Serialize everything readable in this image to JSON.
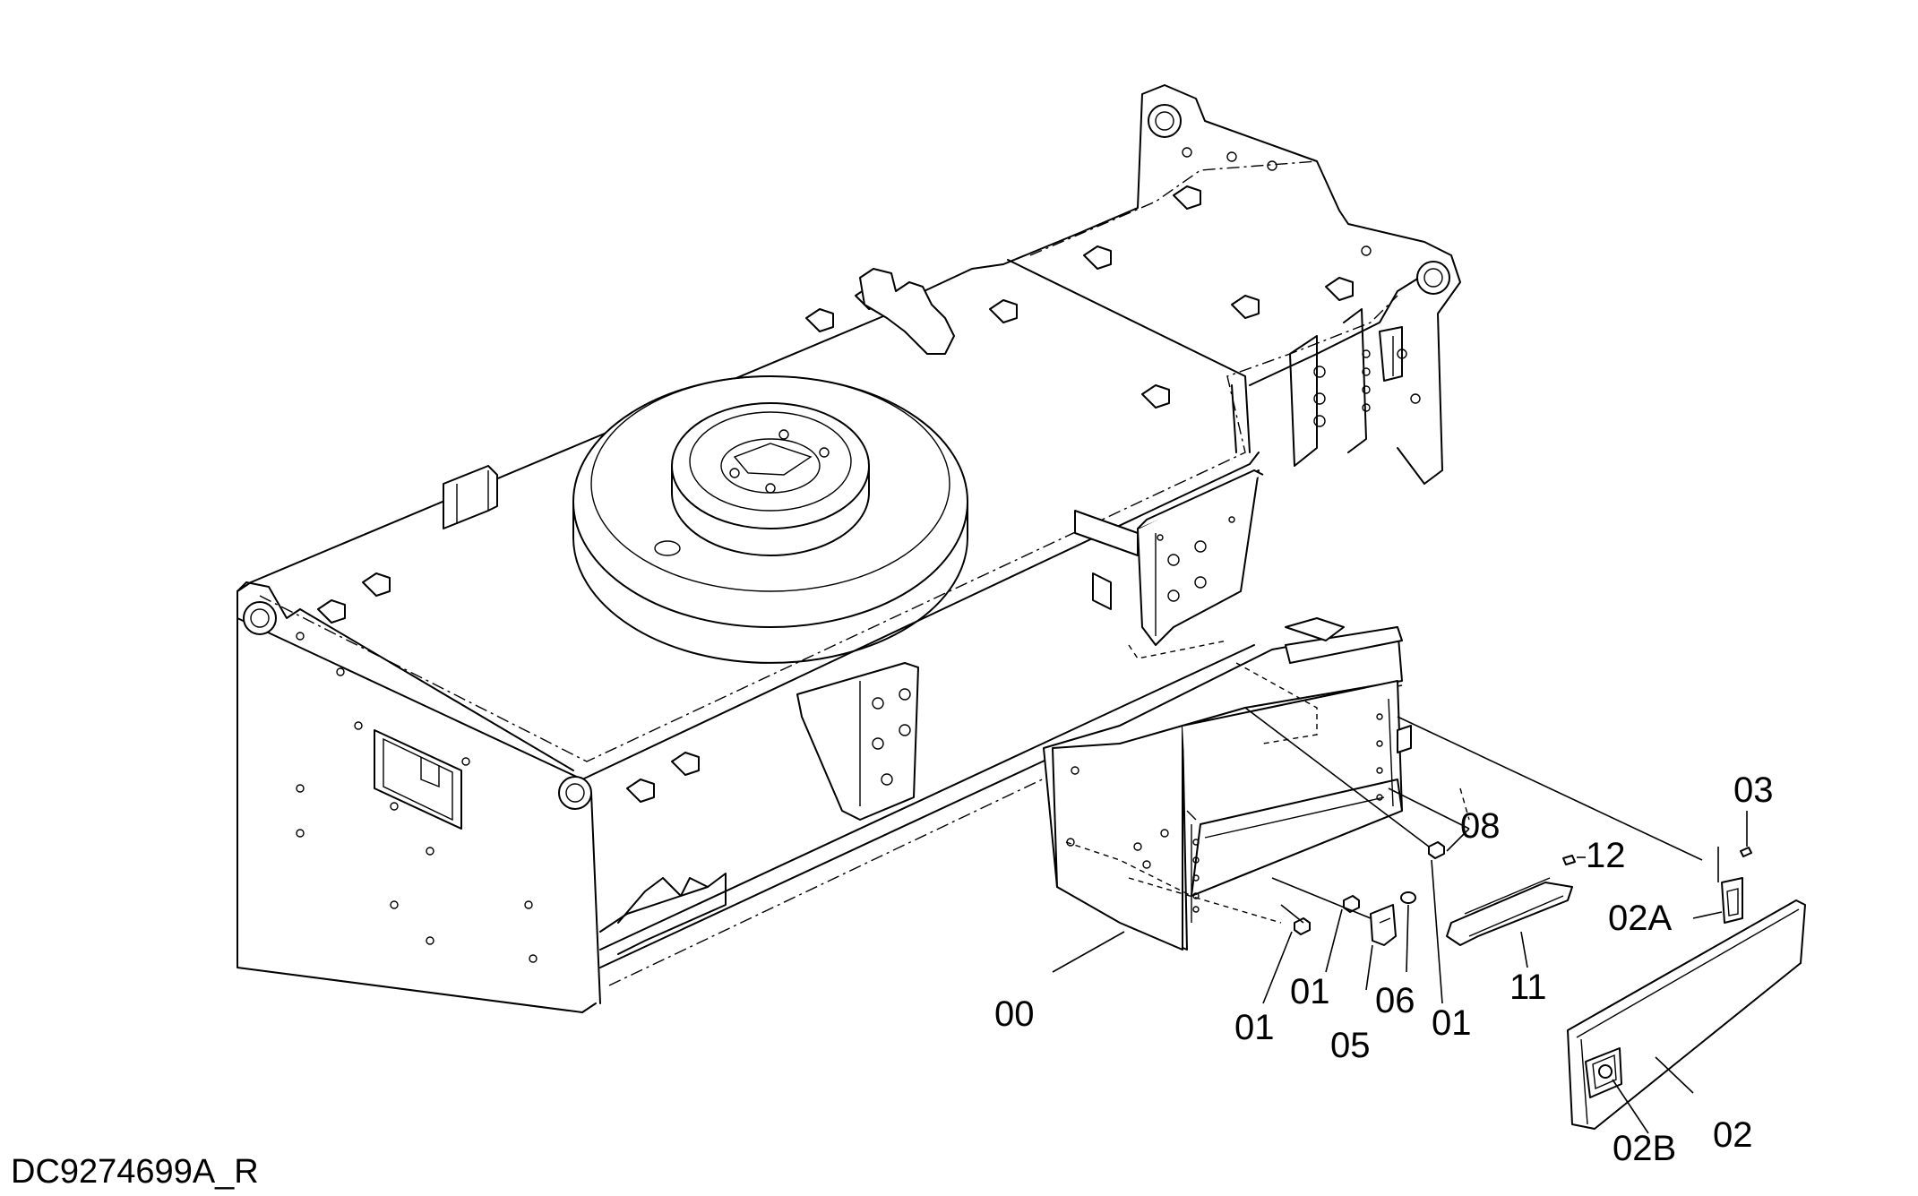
{
  "drawing": {
    "id": "DC9274699A_R",
    "callouts": [
      {
        "key": "c00",
        "text": "00"
      },
      {
        "key": "c01a",
        "text": "01"
      },
      {
        "key": "c01b",
        "text": "01"
      },
      {
        "key": "c01c",
        "text": "01"
      },
      {
        "key": "c02",
        "text": "02"
      },
      {
        "key": "c02a",
        "text": "02A"
      },
      {
        "key": "c02b",
        "text": "02B"
      },
      {
        "key": "c03",
        "text": "03"
      },
      {
        "key": "c05",
        "text": "05"
      },
      {
        "key": "c06",
        "text": "06"
      },
      {
        "key": "c08",
        "text": "08"
      },
      {
        "key": "c11",
        "text": "11"
      },
      {
        "key": "c12",
        "text": "12"
      }
    ]
  }
}
